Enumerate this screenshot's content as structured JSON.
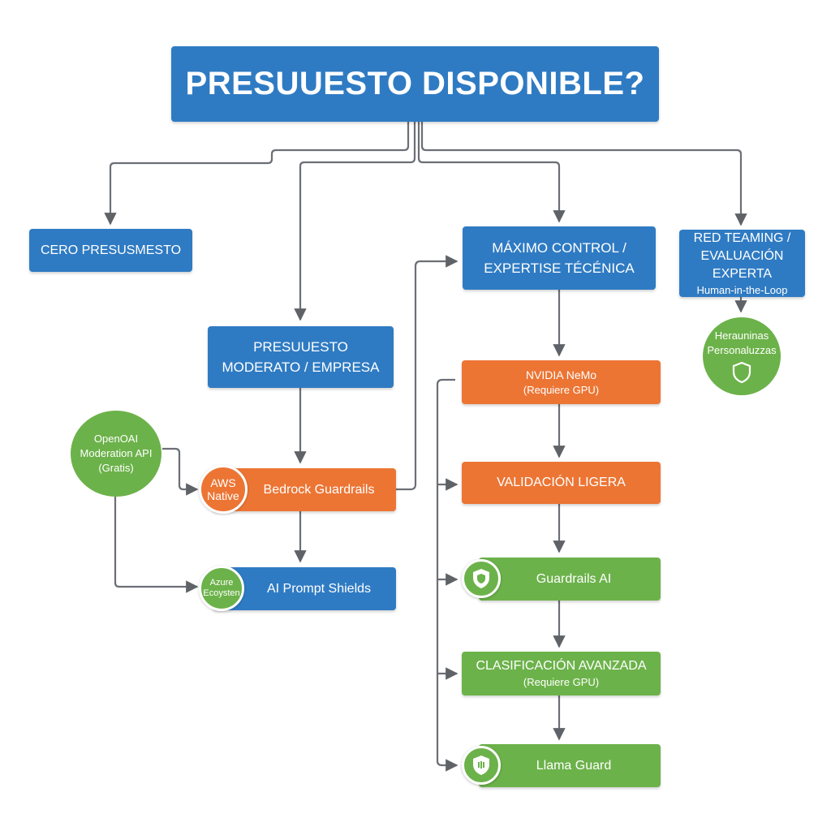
{
  "title": "PRESUUESTO DISPONIBLE?",
  "nodes": {
    "cero": "CERO PRESUSMESTO",
    "moderado": {
      "line1": "PRESUUESTO",
      "line2": "MODERATO / EMPRESA"
    },
    "maximo": {
      "line1": "MÁXIMO CONTROL /",
      "line2": "EXPERTISE TÉCÉNICA"
    },
    "redteam": {
      "line1": "RED TEAMING /",
      "line2": "EVALUACIÓN EXPERTA",
      "line3": "Human-in-the-Loop"
    },
    "herramientas": {
      "line1": "Herauninas",
      "line2": "Personaluzzas"
    },
    "openai": {
      "line1": "OpenOAI",
      "line2": "Moderation API",
      "line3": "(Gratis)"
    },
    "aws_badge": {
      "line1": "AWS",
      "line2": "Native"
    },
    "bedrock": "Bedrock Guardrails",
    "azure_badge": {
      "line1": "Azure",
      "line2": "Ecoysten"
    },
    "prompt_shields": "AI Prompt Shields",
    "nemo": {
      "line1": "NVIDIA NeMo",
      "line2": "(Requiere GPU)"
    },
    "validacion": "VALIDACIÓN LIGERA",
    "guardrails_ai": "Guardrails AI",
    "clasificacion": {
      "line1": "CLASIFICACIÓN AVANZADA",
      "line2": "(Requiere GPU)"
    },
    "llama_guard": "Llama Guard"
  },
  "colors": {
    "blue": "#2f7bc3",
    "orange": "#ec7534",
    "green": "#6cb24a",
    "connector": "#6b6f75"
  },
  "icons": [
    "shield-icon",
    "arrow-head-icon"
  ]
}
